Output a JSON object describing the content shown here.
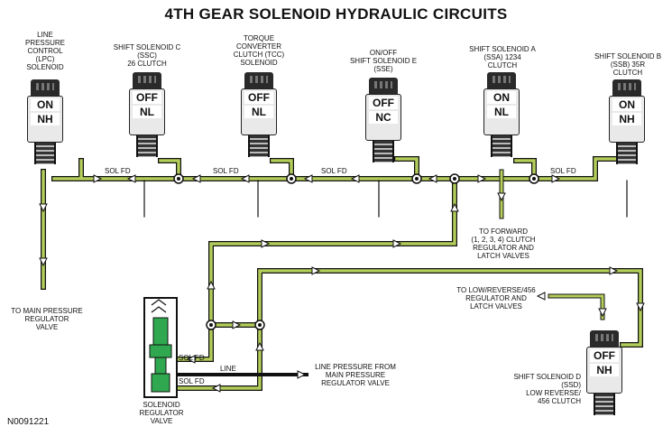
{
  "title": "4TH GEAR SOLENOID HYDRAULIC CIRCUITS",
  "figure_code": "N0091221",
  "colors": {
    "fluid": "#b3cd5a",
    "line": "#111111",
    "valve": "#2fa84f"
  },
  "solenoids": {
    "lpc": {
      "label_lines": [
        "LINE",
        "PRESSURE",
        "CONTROL",
        "(LPC)",
        "SOLENOID"
      ],
      "state": "ON",
      "type": "NH"
    },
    "ssc": {
      "label_lines": [
        "SHIFT SOLENOID C",
        "(SSC)",
        "26 CLUTCH"
      ],
      "state": "OFF",
      "type": "NL"
    },
    "tcc": {
      "label_lines": [
        "TORQUE",
        "CONVERTER",
        "CLUTCH (TCC)",
        "SOLENOID"
      ],
      "state": "OFF",
      "type": "NL"
    },
    "sse": {
      "label_lines": [
        "ON/OFF",
        "SHIFT SOLENOID E",
        "(SSE)"
      ],
      "state": "OFF",
      "type": "NC"
    },
    "ssa": {
      "label_lines": [
        "SHIFT SOLENOID A",
        "(SSA) 1234",
        "CLUTCH"
      ],
      "state": "ON",
      "type": "NL"
    },
    "ssb": {
      "label_lines": [
        "SHIFT SOLENOID B",
        "(SSB) 35R",
        "CLUTCH"
      ],
      "state": "ON",
      "type": "NH"
    },
    "ssd": {
      "label_lines": [
        "SHIFT SOLENOID D",
        "(SSD)",
        "LOW REVERSE/",
        "456 CLUTCH"
      ],
      "state": "OFF",
      "type": "NH"
    }
  },
  "flow_labels": {
    "sol_fd": "SOL FD",
    "line": "LINE",
    "to_main": [
      "TO MAIN PRESSURE",
      "REGULATOR",
      "VALVE"
    ],
    "to_forward": [
      "TO FORWARD",
      "(1, 2, 3, 4) CLUTCH",
      "REGULATOR AND",
      "LATCH VALVES"
    ],
    "to_low_reverse": [
      "TO LOW/REVERSE/456",
      "REGULATOR AND",
      "LATCH VALVES"
    ],
    "line_from_main": [
      "LINE PRESSURE FROM",
      "MAIN PRESSURE",
      "REGULATOR VALVE"
    ],
    "solenoid_regulator": [
      "SOLENOID",
      "REGULATOR",
      "VALVE"
    ]
  }
}
